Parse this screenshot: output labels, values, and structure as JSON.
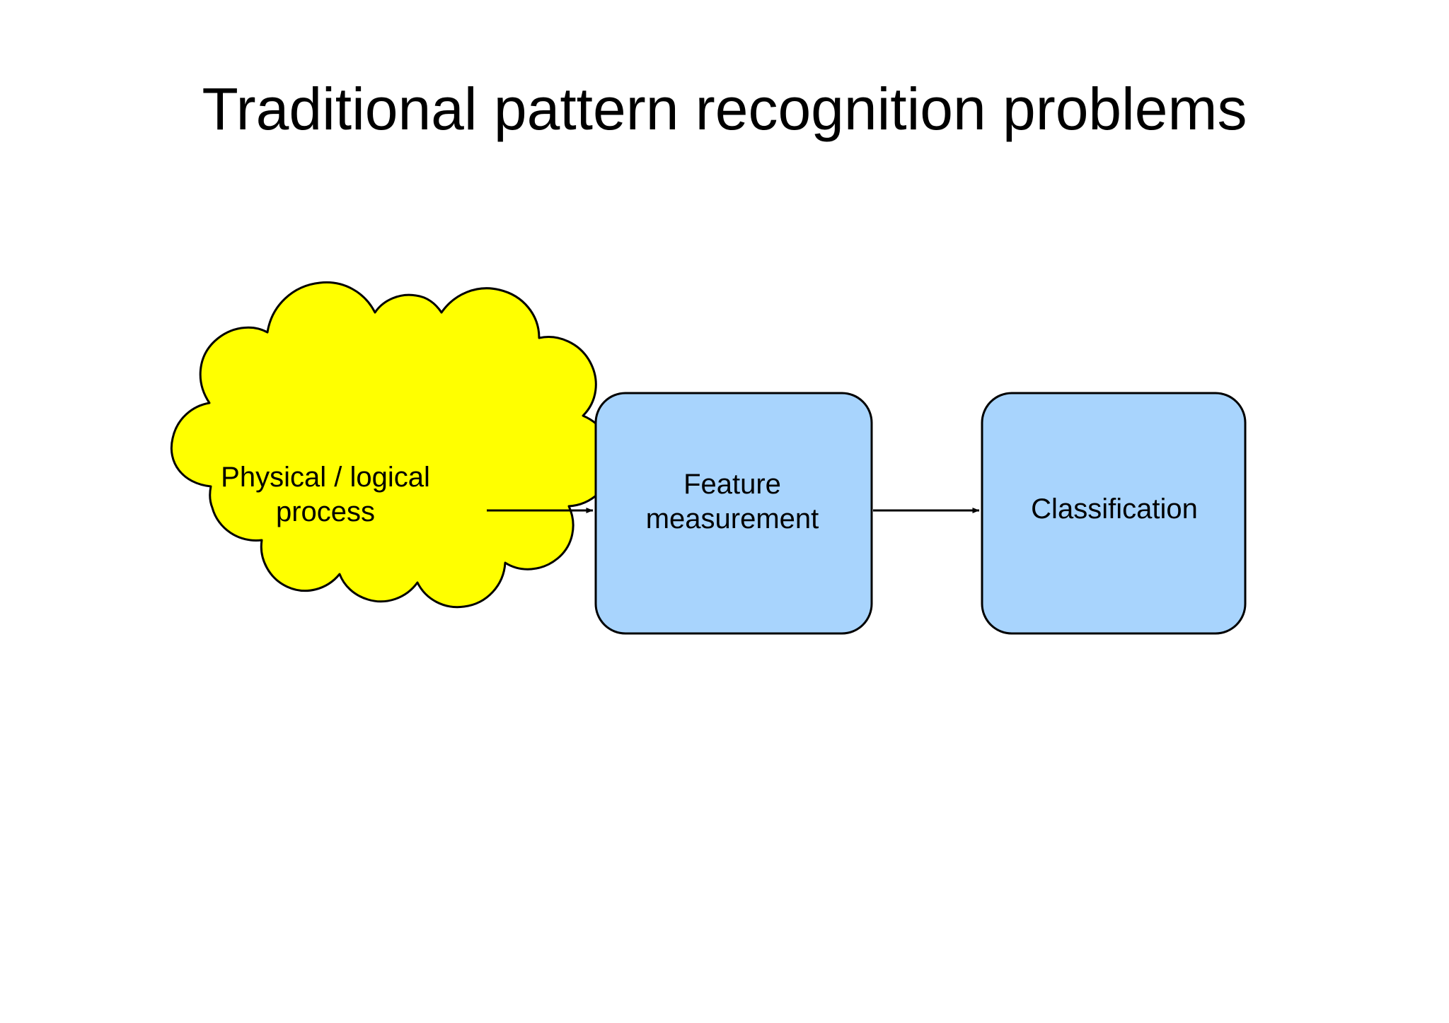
{
  "slide": {
    "title": "Traditional pattern recognition problems",
    "background_color": "#ffffff",
    "text_color": "#000000"
  },
  "diagram": {
    "type": "flowchart",
    "direction": "left-to-right",
    "nodes": [
      {
        "id": "process",
        "shape": "cloud",
        "lines": [
          "Physical / logical",
          "process"
        ],
        "line1": "Physical / logical",
        "line2": "process",
        "fill_color": "#ffff00",
        "stroke_color": "#000000"
      },
      {
        "id": "feature",
        "shape": "rounded-rectangle",
        "lines": [
          "Feature",
          "measurement"
        ],
        "line1": "Feature",
        "line2": "measurement",
        "fill_color": "#a8d4fd",
        "stroke_color": "#000000"
      },
      {
        "id": "classification",
        "shape": "rounded-rectangle",
        "lines": [
          "Classification"
        ],
        "line1": "Classification",
        "fill_color": "#a8d4fd",
        "stroke_color": "#000000"
      }
    ],
    "edges": [
      {
        "id": "edge-process-feature",
        "from": "process",
        "to": "feature",
        "style": "solid-arrow",
        "color": "#000000"
      },
      {
        "id": "edge-feature-classification",
        "from": "feature",
        "to": "classification",
        "style": "solid-arrow",
        "color": "#000000"
      }
    ]
  }
}
